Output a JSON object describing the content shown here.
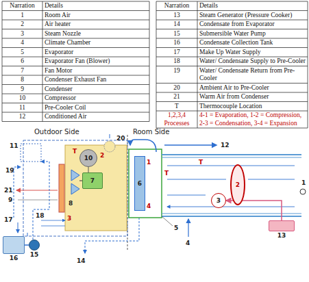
{
  "diagram": {
    "nodes": [
      {
        "text": [
          "10"
        ]
      },
      {
        "text": [
          "7"
        ]
      },
      {
        "text": [
          "6"
        ]
      },
      {
        "text": [
          "2"
        ]
      },
      {
        "text": [
          "3"
        ]
      },
      {
        "text": [
          "13"
        ]
      },
      {
        "text": [
          "16"
        ]
      },
      {
        "text": [
          "15"
        ]
      }
    ],
    "edges": [
      {
        "from": 5,
        "to": 4,
        "arrow": "to"
      },
      {
        "from": 6,
        "to": 7,
        "arrow": "none"
      }
    ],
    "labels": [
      "Narration",
      "Details",
      "1",
      "Room Air",
      "2",
      "Air heater",
      "3",
      "Steam Nozzle",
      "4",
      "Climate Chamber",
      "5",
      "Evaporator",
      "6",
      "Evaporator Fan (Blower)",
      "7",
      "Fan Motor",
      "8",
      "Condenser Exhaust Fan",
      "9",
      "Condenser",
      "10",
      "Compressor",
      "11",
      "Pre-Cooler Coil",
      "12",
      "Conditioned Air",
      "Narration",
      "Details",
      "13",
      "Steam Generator (Pressure Cooker)",
      "14",
      "Condensate from Evaporator",
      "15",
      "Submersible Water Pump",
      "16",
      "Condensate Collection Tank",
      "17",
      "Make Up Water Supply",
      "18",
      "Water/ Condensate Supply to Pre-Cooler",
      "19",
      "Water/ Condensate Return from Pre-Cooler",
      "20",
      "Ambient Air to Pre-Cooler",
      "21",
      "Warm Air from Condenser",
      "T",
      "Thermocouple Location",
      "1,2,3,4 Processes",
      "4-1 = Evaporation, 1-2 = Compression, 2-3 = Condensation, 3-4 = Expansion",
      "Outdoor Side",
      "Room Side",
      "11",
      "20",
      "19",
      "21",
      "9",
      "8",
      "18",
      "17",
      "14",
      "5",
      "12",
      "4",
      "1",
      "T",
      "T",
      "T",
      "1",
      "2",
      "3",
      "4"
    ]
  }
}
